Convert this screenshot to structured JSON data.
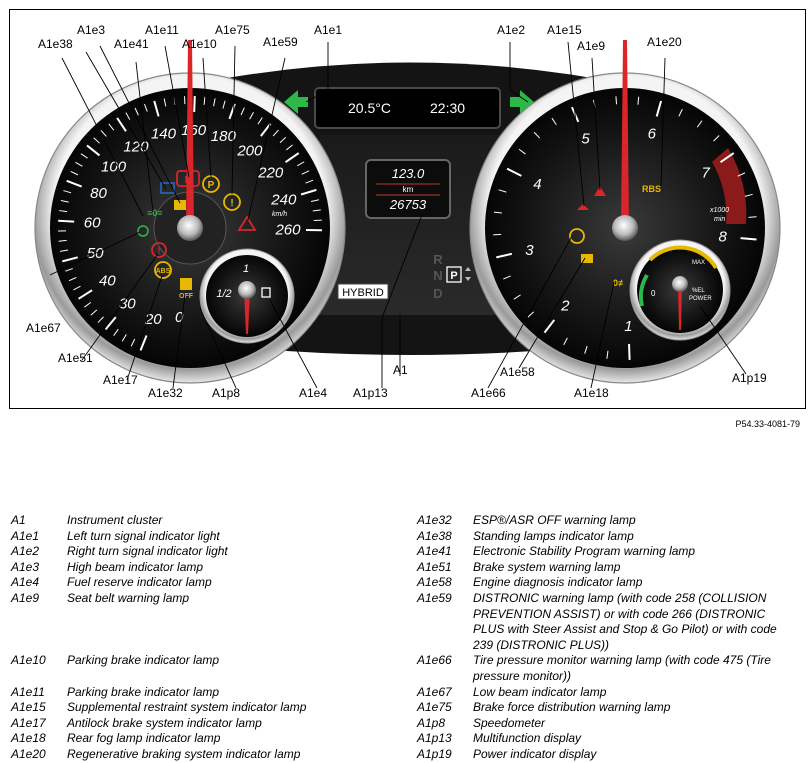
{
  "figure": {
    "display": {
      "temperature": "20.5°C",
      "time": "22:30",
      "trip": "123.0",
      "trip_unit": "km",
      "odometer": "26753",
      "hybrid": "HYBRID"
    },
    "speedometer": {
      "ticks": [
        "20",
        "30",
        "40",
        "50",
        "60",
        "80",
        "100",
        "120",
        "140",
        "160",
        "180",
        "200",
        "220",
        "240",
        "260"
      ],
      "unit": "km/h",
      "low": "0"
    },
    "fuel": {
      "ticks": [
        "1",
        "1/2"
      ]
    },
    "gear": {
      "letters": [
        "R",
        "N",
        "D"
      ],
      "park": "P"
    },
    "tachometer": {
      "ticks": [
        "1",
        "2",
        "3",
        "4",
        "5",
        "6",
        "7",
        "8"
      ],
      "unit_top": "x1000",
      "unit_bottom": "min",
      "rbs": "RBS"
    },
    "power": {
      "max": "MAX",
      "label1": "%EL",
      "label2": "POWER",
      "zero": "0"
    },
    "callouts": {
      "A1e1": "A1e1",
      "A1e2": "A1e2",
      "A1e3": "A1e3",
      "A1e4": "A1e4",
      "A1e9": "A1e9",
      "A1e10": "A1e10",
      "A1e11": "A1e11",
      "A1e15": "A1e15",
      "A1e17": "A1e17",
      "A1e18": "A1e18",
      "A1e20": "A1e20",
      "A1e32": "A1e32",
      "A1e38": "A1e38",
      "A1e41": "A1e41",
      "A1e51": "A1e51",
      "A1e58": "A1e58",
      "A1e59": "A1e59",
      "A1e66": "A1e66",
      "A1e67": "A1e67",
      "A1e75": "A1e75",
      "A1p8": "A1p8",
      "A1p13": "A1p13",
      "A1p19": "A1p19",
      "A1": "A1"
    },
    "code": "P54.33-4081-79"
  },
  "legend_left": [
    {
      "code": "A1",
      "desc": "Instrument cluster"
    },
    {
      "code": "A1e1",
      "desc": "Left turn signal indicator light"
    },
    {
      "code": "A1e2",
      "desc": "Right turn signal indicator light"
    },
    {
      "code": "A1e3",
      "desc": "High beam indicator lamp"
    },
    {
      "code": "A1e4",
      "desc": "Fuel reserve indicator lamp"
    },
    {
      "code": "A1e9",
      "desc": "Seat belt warning lamp"
    },
    {
      "code": "",
      "desc": ""
    },
    {
      "code": "",
      "desc": ""
    },
    {
      "code": "",
      "desc": ""
    },
    {
      "code": "A1e10",
      "desc": "Parking brake indicator lamp"
    },
    {
      "code": "",
      "desc": ""
    },
    {
      "code": "A1e11",
      "desc": "Parking brake indicator lamp"
    },
    {
      "code": "A1e15",
      "desc": "Supplemental restraint system indicator lamp"
    },
    {
      "code": "A1e17",
      "desc": "Antilock brake system indicator lamp"
    },
    {
      "code": "A1e18",
      "desc": "Rear fog lamp indicator lamp"
    },
    {
      "code": "A1e20",
      "desc": "Regenerative braking system indicator lamp"
    }
  ],
  "legend_right": [
    {
      "code": "A1e32",
      "desc": "ESP®/ASR OFF warning lamp"
    },
    {
      "code": "A1e38",
      "desc": "Standing lamps indicator lamp"
    },
    {
      "code": "A1e41",
      "desc": "Electronic Stability Program warning lamp"
    },
    {
      "code": "A1e51",
      "desc": "Brake system warning lamp"
    },
    {
      "code": "A1e58",
      "desc": "Engine diagnosis indicator lamp"
    },
    {
      "code": "A1e59",
      "desc": "DISTRONIC warning lamp (with code 258 (COLLISION PREVENTION ASSIST) or with code 266 (DISTRONIC PLUS with Steer Assist and Stop & Go Pilot) or with code 239 (DISTRONIC PLUS))"
    },
    {
      "code": "A1e66",
      "desc": "Tire pressure monitor warning lamp (with code 475 (Tire pressure monitor))"
    },
    {
      "code": "A1e67",
      "desc": "Low beam indicator lamp"
    },
    {
      "code": "A1e75",
      "desc": "Brake force distribution warning lamp"
    },
    {
      "code": "A1p8",
      "desc": "Speedometer"
    },
    {
      "code": "A1p13",
      "desc": "Multifunction display"
    },
    {
      "code": "A1p19",
      "desc": "Power indicator display"
    }
  ]
}
